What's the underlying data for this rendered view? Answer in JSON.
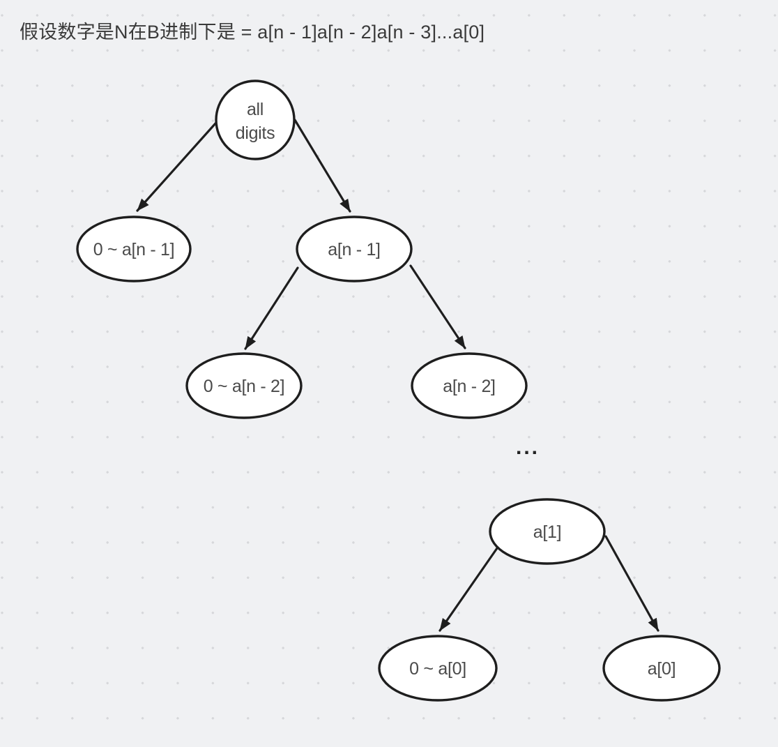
{
  "title": {
    "text": "假设数字是N在B进制下是 = a[n - 1]a[n - 2]a[n - 3]...a[0]"
  },
  "canvas": {
    "root_node": {
      "line1": "all",
      "line2": "digits"
    },
    "nodes": {
      "range_n1": "0 ~ a[n - 1]",
      "exact_n1": "a[n - 1]",
      "range_n2": "0 ~ a[n - 2]",
      "exact_n2": "a[n - 2]",
      "exact_1": "a[1]",
      "range_0": "0 ~ a[0]",
      "exact_0": "a[0]"
    },
    "ellipsis": "...",
    "edges": [
      {
        "from": "all digits",
        "to": "0 ~ a[n - 1]"
      },
      {
        "from": "all digits",
        "to": "a[n - 1]"
      },
      {
        "from": "a[n - 1]",
        "to": "0 ~ a[n - 2]"
      },
      {
        "from": "a[n - 1]",
        "to": "a[n - 2]"
      },
      {
        "from": "a[1]",
        "to": "0 ~ a[0]"
      },
      {
        "from": "a[1]",
        "to": "a[0]"
      }
    ],
    "colors": {
      "background": "#f0f1f3",
      "grid_dot": "#d6d7da",
      "node_fill": "#ffffff",
      "node_stroke": "#1e1e1e",
      "arrow": "#1e1e1e",
      "node_text": "#4a4a4a",
      "title_text": "#3a3a3a"
    }
  }
}
